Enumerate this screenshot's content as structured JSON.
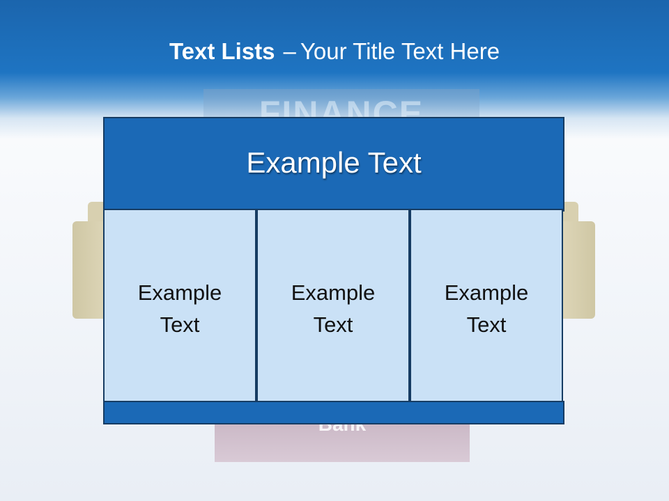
{
  "slide": {
    "title_bold": "Text Lists",
    "title_dash": "–",
    "title_rest": "Your Title Text Here"
  },
  "background": {
    "top_label": "FINANCE",
    "bottom_label": "Bank"
  },
  "table": {
    "header": "Example Text",
    "cells": [
      {
        "line1": "Example",
        "line2": "Text"
      },
      {
        "line1": "Example",
        "line2": "Text"
      },
      {
        "line1": "Example",
        "line2": "Text"
      }
    ]
  },
  "colors": {
    "header_blue": "#1b69b6",
    "cell_fill": "#cae1f6",
    "border": "#163c63"
  }
}
